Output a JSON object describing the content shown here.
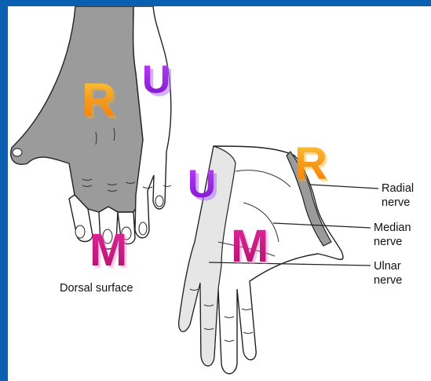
{
  "dorsal": {
    "letters": {
      "radial": "R",
      "ulnar": "U",
      "median": "M"
    },
    "caption": "Dorsal surface"
  },
  "palmar": {
    "letters": {
      "radial": "R",
      "ulnar": "U",
      "median": "M"
    },
    "labels": {
      "radial_line1": "Radial",
      "radial_line2": "nerve",
      "median_line1": "Median",
      "median_line2": "nerve",
      "ulnar_line1": "Ulnar",
      "ulnar_line2": "nerve"
    }
  },
  "colors": {
    "frame": "#0b5fb0",
    "radial_letter": "#f2a21a",
    "ulnar_letter": "#8a1fd4",
    "median_letter": "#d41a8c",
    "shaded_region": "#9b9b9b"
  }
}
